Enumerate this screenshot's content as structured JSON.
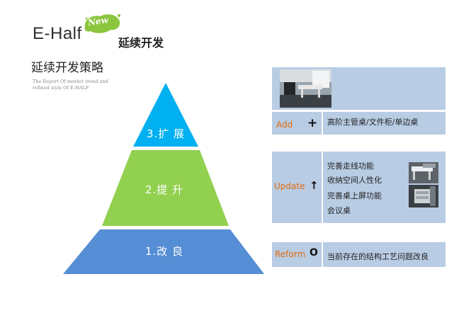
{
  "header": {
    "logo": "E-Half",
    "badge": "New",
    "subtitle": "延续开发",
    "page_title": "延续开发策略",
    "report_lines": [
      "The Report Of  market trend and",
      "refined style Of  E-HALF"
    ]
  },
  "pyramid": {
    "tiers": [
      {
        "label": "3.扩 展",
        "color": "#00b0f0"
      },
      {
        "label": "2.提 升",
        "color": "#92d050"
      },
      {
        "label": "1.改 良",
        "color": "#558ed5"
      }
    ]
  },
  "actions": [
    {
      "label": "Add",
      "symbol": "+",
      "lines": [
        "高阶主管桌/文件柜/单边桌"
      ]
    },
    {
      "label": "Update",
      "symbol": "↑",
      "lines": [
        "完善走线功能",
        "收纳空间人性化",
        "完善桌上屏功能",
        "会议桌"
      ]
    },
    {
      "label": "Reform",
      "symbol": "O",
      "lines": [
        "当前存在的结构工艺问题改良"
      ]
    }
  ],
  "colors": {
    "panel": "#b8cce4",
    "action_text": "#e46c0a",
    "splash": "#92d050"
  },
  "icons": [
    "office-photo",
    "desk-photo",
    "cabinet-photo"
  ]
}
